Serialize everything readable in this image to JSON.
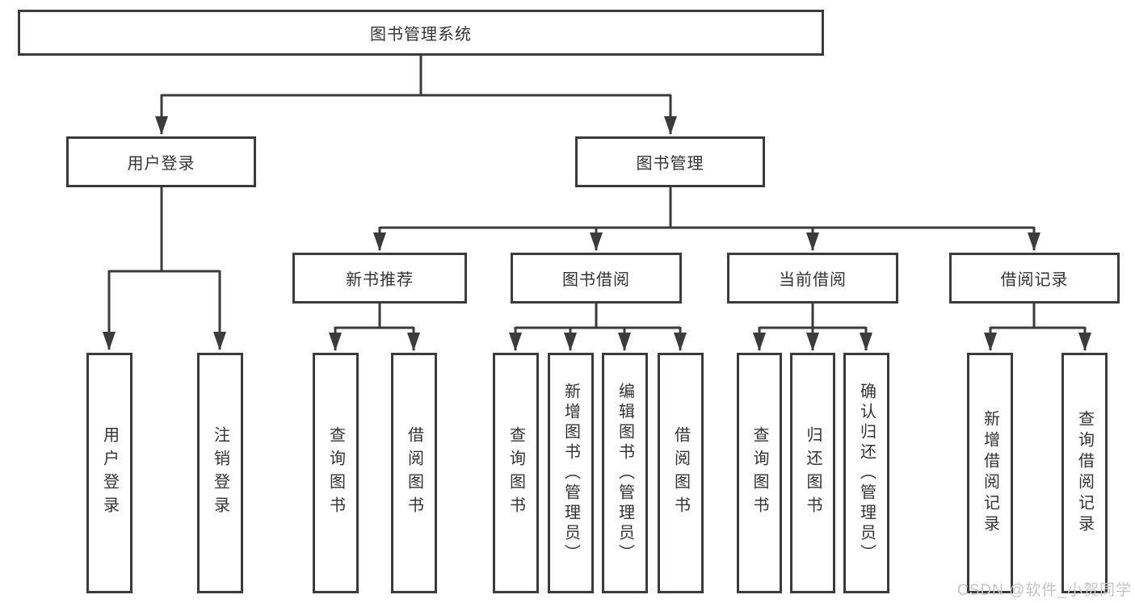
{
  "title": "图书管理系统",
  "colors": {
    "line": "#3b3b3b",
    "box_border": "#3b3b3b",
    "text": "#333333",
    "background": "#ffffff",
    "watermark": "#c5c5c5"
  },
  "watermark": {
    "text": "CSDN @软件_小贺同学"
  },
  "diagram": {
    "type": "tree",
    "nodes": [
      {
        "id": "root",
        "label": "图书管理系统",
        "level": 1,
        "parent": null
      },
      {
        "id": "user-login",
        "label": "用户登录",
        "level": 2,
        "parent": "root"
      },
      {
        "id": "book-management",
        "label": "图书管理",
        "level": 2,
        "parent": "root"
      },
      {
        "id": "new-book-recommend",
        "label": "新书推荐",
        "level": 3,
        "parent": "book-management"
      },
      {
        "id": "book-borrowing",
        "label": "图书借阅",
        "level": 3,
        "parent": "book-management"
      },
      {
        "id": "current-borrowing",
        "label": "当前借阅",
        "level": 3,
        "parent": "book-management"
      },
      {
        "id": "borrowing-records",
        "label": "借阅记录",
        "level": 3,
        "parent": "book-management"
      },
      {
        "id": "leaf-user-login",
        "label": "用户登录",
        "level": 4,
        "parent": "user-login"
      },
      {
        "id": "leaf-logout",
        "label": "注销登录",
        "level": 4,
        "parent": "user-login"
      },
      {
        "id": "leaf-query-book-a",
        "label": "查询图书",
        "level": 4,
        "parent": "new-book-recommend"
      },
      {
        "id": "leaf-borrow-book-a",
        "label": "借阅图书",
        "level": 4,
        "parent": "new-book-recommend"
      },
      {
        "id": "leaf-query-book-b",
        "label": "查询图书",
        "level": 4,
        "parent": "book-borrowing"
      },
      {
        "id": "leaf-add-book",
        "label": "新增图书（管理员）",
        "level": 4,
        "parent": "book-borrowing"
      },
      {
        "id": "leaf-edit-book",
        "label": "编辑图书（管理员）",
        "level": 4,
        "parent": "book-borrowing"
      },
      {
        "id": "leaf-borrow-book-b",
        "label": "借阅图书",
        "level": 4,
        "parent": "book-borrowing"
      },
      {
        "id": "leaf-query-book-c",
        "label": "查询图书",
        "level": 4,
        "parent": "current-borrowing"
      },
      {
        "id": "leaf-return-book",
        "label": "归还图书",
        "level": 4,
        "parent": "current-borrowing"
      },
      {
        "id": "leaf-confirm-return",
        "label": "确认归还（管理员）",
        "level": 4,
        "parent": "current-borrowing"
      },
      {
        "id": "leaf-add-record",
        "label": "新增借阅记录",
        "level": 4,
        "parent": "borrowing-records"
      },
      {
        "id": "leaf-query-record",
        "label": "查询借阅记录",
        "level": 4,
        "parent": "borrowing-records"
      }
    ]
  }
}
